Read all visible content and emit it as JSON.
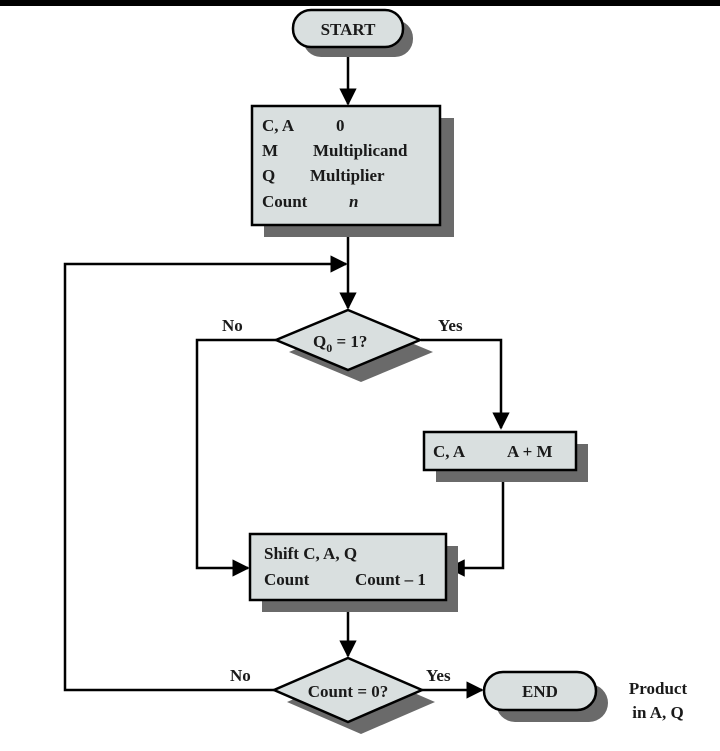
{
  "diagram": {
    "title": "Flowchart for Unsigned Binary Multiplication",
    "colors": {
      "fill": "#d9dfdf",
      "shadow": "#6a6a6a",
      "stroke": "#000000"
    },
    "start": {
      "label": "START"
    },
    "init_box": {
      "lines": [
        {
          "left": "C, A",
          "right": "0"
        },
        {
          "left": "M",
          "right": "Multiplicand"
        },
        {
          "left": "Q",
          "right": "Multiplier"
        },
        {
          "left": "Count",
          "right": "n"
        }
      ]
    },
    "decision_q0": {
      "label": "Q",
      "subscript": "0",
      "suffix": " = 1?",
      "no_label": "No",
      "yes_label": "Yes"
    },
    "add_box": {
      "left": "C, A",
      "right": "A + M"
    },
    "shift_box": {
      "line1": "Shift C, A, Q",
      "line2_left": "Count",
      "line2_right": "Count – 1"
    },
    "decision_count": {
      "label": "Count = 0?",
      "no_label": "No",
      "yes_label": "Yes"
    },
    "end": {
      "label": "END"
    },
    "result_note": {
      "line1": "Product",
      "line2": "in A, Q"
    }
  }
}
